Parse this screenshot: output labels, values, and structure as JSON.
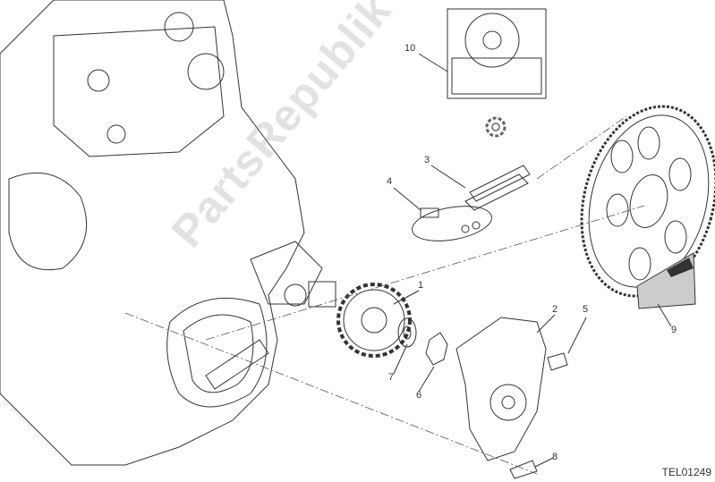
{
  "callouts": {
    "c1": "1",
    "c2": "2",
    "c3": "3",
    "c4": "4",
    "c5": "5",
    "c6": "6",
    "c7": "7",
    "c8": "8",
    "c9": "9",
    "c10": "10"
  },
  "drawing_code": "TEL01249",
  "watermark": "PartsRepublik"
}
